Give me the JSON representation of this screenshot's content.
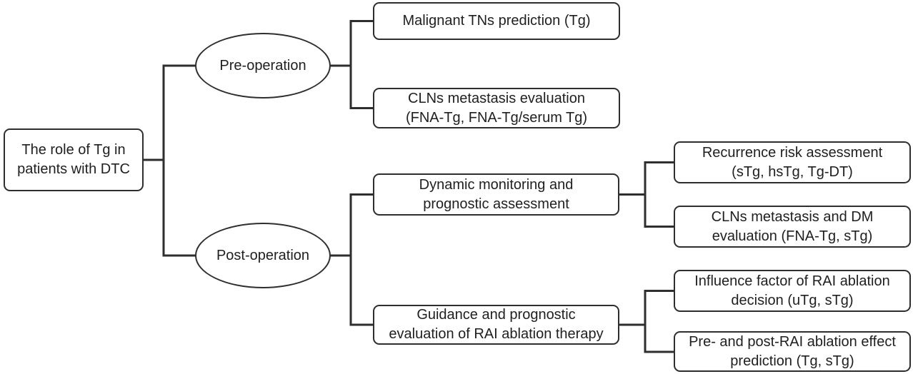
{
  "colors": {
    "line": "#2e2e2e",
    "text": "#1f1f1f",
    "node-bg": "#ffffff",
    "page-bg": "#ffffff"
  },
  "nodes": {
    "root": {
      "shape": "rectangle",
      "lines": [
        "The role of Tg in",
        "patients with DTC"
      ]
    },
    "pre_op": {
      "shape": "ellipse",
      "lines": [
        "Pre-operation"
      ]
    },
    "post_op": {
      "shape": "ellipse",
      "lines": [
        "Post-operation"
      ]
    },
    "malignant": {
      "shape": "rectangle",
      "lines": [
        "Malignant TNs prediction (Tg)"
      ]
    },
    "clns_eval": {
      "shape": "rectangle",
      "lines": [
        "CLNs metastasis evaluation",
        "(FNA-Tg, FNA-Tg/serum Tg)"
      ]
    },
    "dynamic": {
      "shape": "rectangle",
      "lines": [
        "Dynamic monitoring and",
        "prognostic assessment"
      ]
    },
    "guidance": {
      "shape": "rectangle",
      "lines": [
        "Guidance and prognostic",
        "evaluation of RAI ablation therapy"
      ]
    },
    "recurrence": {
      "shape": "rectangle",
      "lines": [
        "Recurrence risk assessment",
        "(sTg, hsTg, Tg-DT)"
      ]
    },
    "clns_dm": {
      "shape": "rectangle",
      "lines": [
        "CLNs metastasis and DM",
        "evaluation (FNA-Tg, sTg)"
      ]
    },
    "influence": {
      "shape": "rectangle",
      "lines": [
        "Influence factor of RAI ablation",
        "decision (uTg, sTg)"
      ]
    },
    "prepost": {
      "shape": "rectangle",
      "lines": [
        "Pre- and post-RAI ablation effect",
        "prediction (Tg, sTg)"
      ]
    }
  },
  "edges": [
    {
      "from": "root",
      "to": "pre_op"
    },
    {
      "from": "root",
      "to": "post_op"
    },
    {
      "from": "pre_op",
      "to": "malignant"
    },
    {
      "from": "pre_op",
      "to": "clns_eval"
    },
    {
      "from": "post_op",
      "to": "dynamic"
    },
    {
      "from": "post_op",
      "to": "guidance"
    },
    {
      "from": "dynamic",
      "to": "recurrence"
    },
    {
      "from": "dynamic",
      "to": "clns_dm"
    },
    {
      "from": "guidance",
      "to": "influence"
    },
    {
      "from": "guidance",
      "to": "prepost"
    }
  ]
}
